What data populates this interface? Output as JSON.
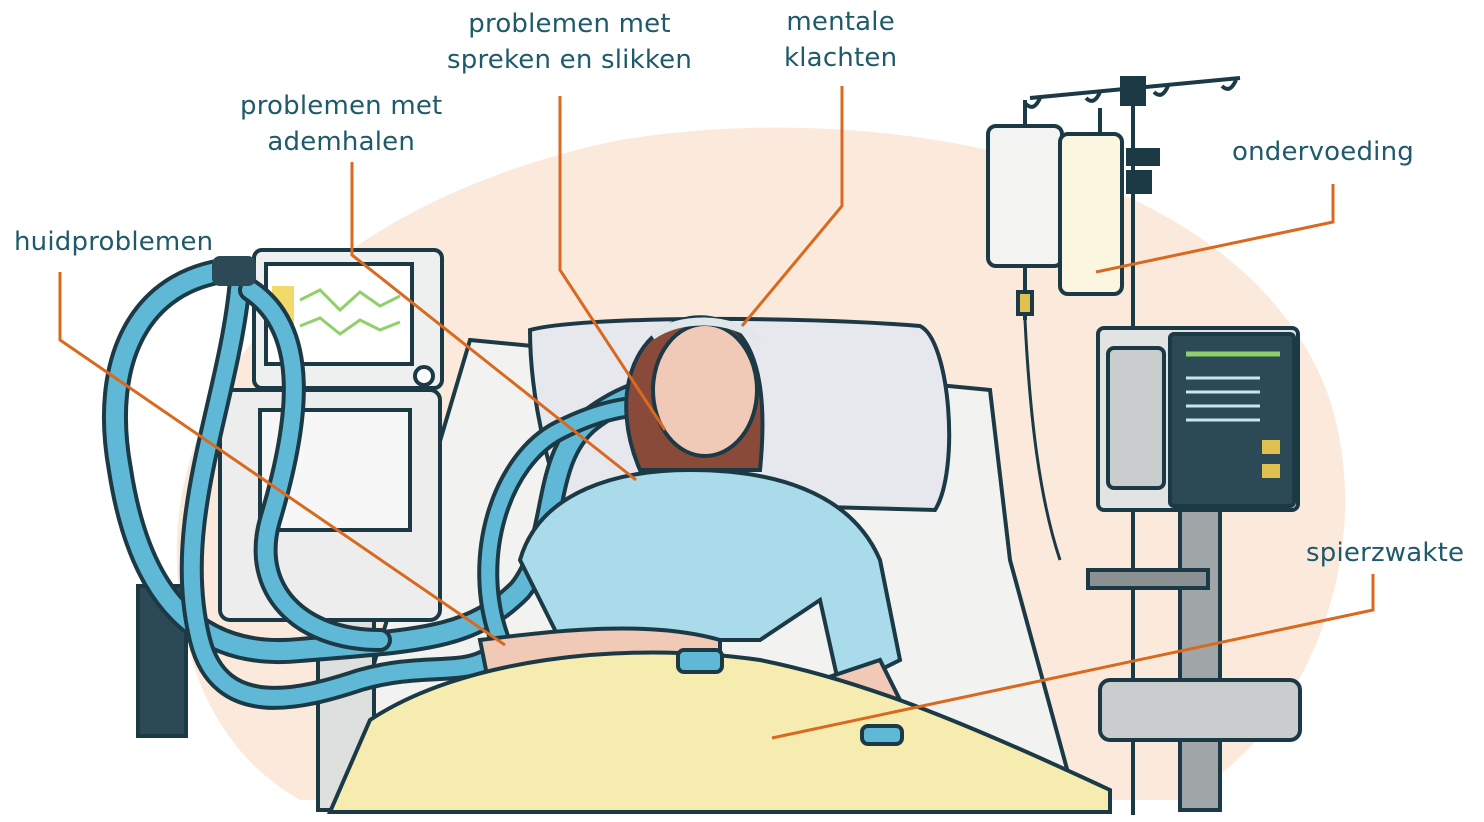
{
  "labels": {
    "huidproblemen": {
      "lines": [
        "huidproblemen"
      ]
    },
    "ademhalen": {
      "lines": [
        "problemen met",
        "ademhalen"
      ]
    },
    "spreken": {
      "lines": [
        "problemen met",
        "spreken en slikken"
      ]
    },
    "mentale": {
      "lines": [
        "mentale",
        "klachten"
      ]
    },
    "ondervoeding": {
      "lines": [
        "ondervoeding"
      ]
    },
    "spierzwakte": {
      "lines": [
        "spierzwakte"
      ]
    }
  },
  "colors": {
    "label_text": "#1f5a6a",
    "leader_line": "#d9691f",
    "background_blob": "#fbe9dc",
    "tubing": "#5fb8d6",
    "gown": "#a9dbea",
    "blanket": "#f7ecb0",
    "outline": "#1c3a45"
  },
  "icons": [
    "ventilator-icon",
    "patient-icon",
    "iv-stand-icon",
    "monitor-icon",
    "bed-icon"
  ]
}
